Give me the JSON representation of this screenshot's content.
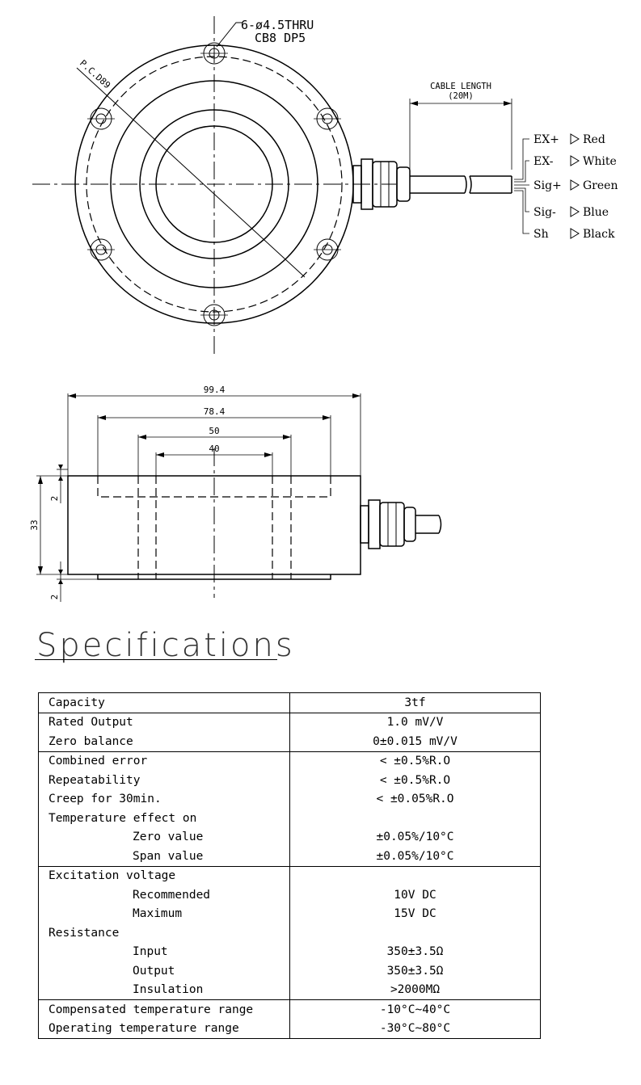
{
  "top_view": {
    "hole_callout_line1": "6-ø4.5THRU",
    "hole_callout_line2": "CB8 DP5",
    "pcd_label": "P.C.D89",
    "cable_length_label": "CABLE LENGTH",
    "cable_length_value": "(20M)"
  },
  "wiring": [
    {
      "signal": "EX+",
      "color": "Red"
    },
    {
      "signal": "EX-",
      "color": "White"
    },
    {
      "signal": "Sig+",
      "color": "Green"
    },
    {
      "signal": "Sig-",
      "color": "Blue"
    },
    {
      "signal": "Sh",
      "color": "Black"
    }
  ],
  "side_view": {
    "dim_overall": "99.4",
    "dim_recess": "78.4",
    "dim_outer_bore": "50",
    "dim_inner_bore": "40",
    "dim_height": "33",
    "dim_top_step": "2",
    "dim_bottom_step": "2"
  },
  "specifications": {
    "title": "Specifications",
    "rows": [
      {
        "param": "Capacity",
        "value": "3tf",
        "indent": 0,
        "group_start": true
      },
      {
        "param": "Rated Output",
        "value": "1.0 mV/V",
        "indent": 0,
        "group_start": true
      },
      {
        "param": "Zero balance",
        "value": "0±0.015 mV/V",
        "indent": 0,
        "group_start": false
      },
      {
        "param": "Combined error",
        "value": "< ±0.5%R.O",
        "indent": 0,
        "group_start": true
      },
      {
        "param": "Repeatability",
        "value": "< ±0.5%R.O",
        "indent": 0,
        "group_start": false
      },
      {
        "param": "Creep for 30min.",
        "value": "< ±0.05%R.O",
        "indent": 0,
        "group_start": false
      },
      {
        "param": "Temperature effect on",
        "value": "",
        "indent": 0,
        "group_start": false
      },
      {
        "param": "Zero value",
        "value": "±0.05%/10°C",
        "indent": 1,
        "group_start": false
      },
      {
        "param": "Span value",
        "value": "±0.05%/10°C",
        "indent": 1,
        "group_start": false
      },
      {
        "param": "Excitation voltage",
        "value": "",
        "indent": 0,
        "group_start": true
      },
      {
        "param": "Recommended",
        "value": "10V DC",
        "indent": 1,
        "group_start": false
      },
      {
        "param": "Maximum",
        "value": "15V DC",
        "indent": 1,
        "group_start": false
      },
      {
        "param": "Resistance",
        "value": "",
        "indent": 0,
        "group_start": false
      },
      {
        "param": "Input",
        "value": "350±3.5Ω",
        "indent": 1,
        "group_start": false
      },
      {
        "param": "Output",
        "value": "350±3.5Ω",
        "indent": 1,
        "group_start": false
      },
      {
        "param": "Insulation",
        "value": ">2000MΩ",
        "indent": 1,
        "group_start": false
      },
      {
        "param": "Compensated temperature range",
        "value": "-10°C~40°C",
        "indent": 0,
        "group_start": true
      },
      {
        "param": "Operating temperature range",
        "value": "-30°C~80°C",
        "indent": 0,
        "group_start": false
      }
    ]
  }
}
